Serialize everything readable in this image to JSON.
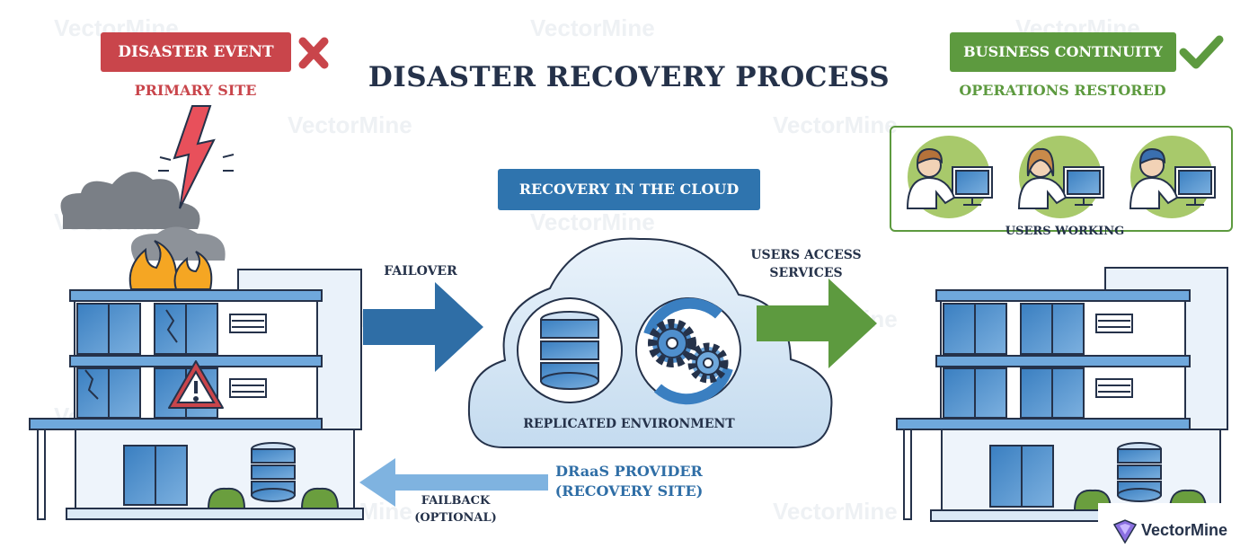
{
  "title": "DISASTER RECOVERY PROCESS",
  "left": {
    "badge": "DISASTER EVENT",
    "subtitle": "PRIMARY SITE"
  },
  "right": {
    "badge": "BUSINESS CONTINUITY",
    "subtitle": "OPERATIONS RESTORED",
    "users_label": "USERS WORKING"
  },
  "center": {
    "badge": "RECOVERY IN THE CLOUD",
    "cloud_label": "REPLICATED ENVIRONMENT",
    "provider": "DRaaS PROVIDER (RECOVERY SITE)"
  },
  "arrows": {
    "failover": "FAILOVER",
    "users_access": "USERS ACCESS SERVICES",
    "failback": "FAILBACK (OPTIONAL)"
  },
  "brand": {
    "name": "VectorMine",
    "watermark": "VectorMine"
  },
  "colors": {
    "red": "#c9454b",
    "green": "#5d9a3f",
    "blue": "#2f74ae",
    "navy": "#25324a",
    "light_blue": "#dbe9f6"
  }
}
